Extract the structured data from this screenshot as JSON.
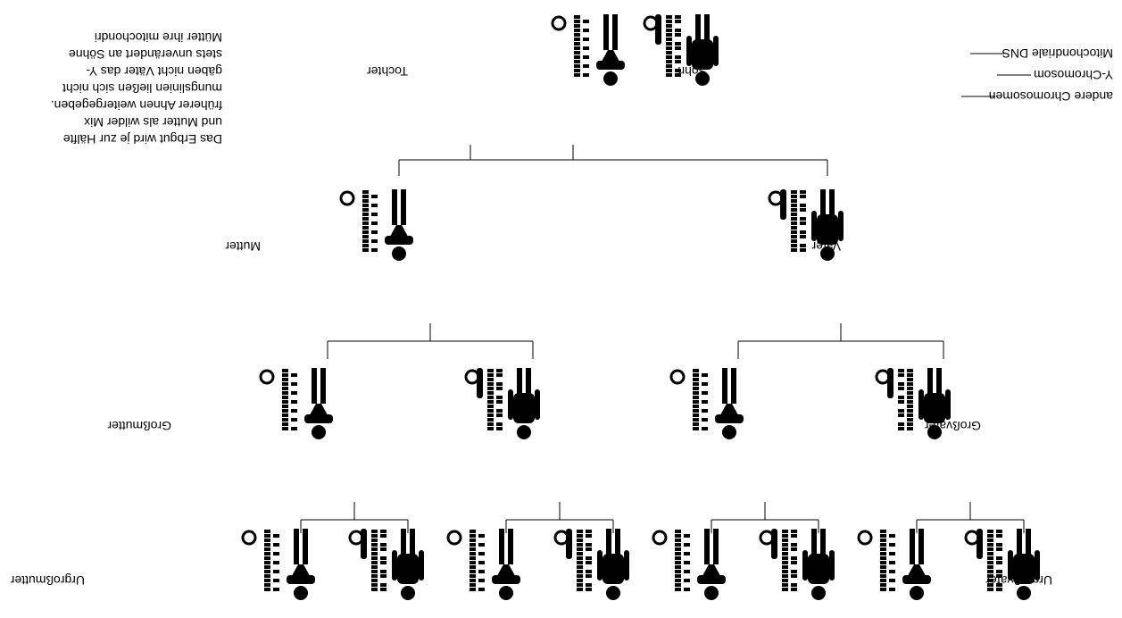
{
  "legend": {
    "mito": "Mitochondriale DNS",
    "y_chromosome": "Y-Chromosom",
    "other": "andere Chromosomen"
  },
  "description": [
    "Das Erbgut wird je zur Hälfte",
    "und Mutter als wilder Mix",
    "früherer Ahnen weitergegeben.",
    "mungslinien ließen sich nicht",
    "gäben nicht Väter das Y-",
    "stets unverändert an Söhne",
    "Mütter ihre mitochondri"
  ],
  "labels": {
    "son": "Sohn",
    "daughter": "Tochter",
    "father": "Vater",
    "mother": "Mutter",
    "grandfather": "Großvater",
    "grandmother": "Großmutter",
    "great_grandfather": "Urgroßvater",
    "great_grandmother": "Urgroßmutter"
  },
  "colors": {
    "ink": "#000000",
    "background": "#ffffff"
  }
}
